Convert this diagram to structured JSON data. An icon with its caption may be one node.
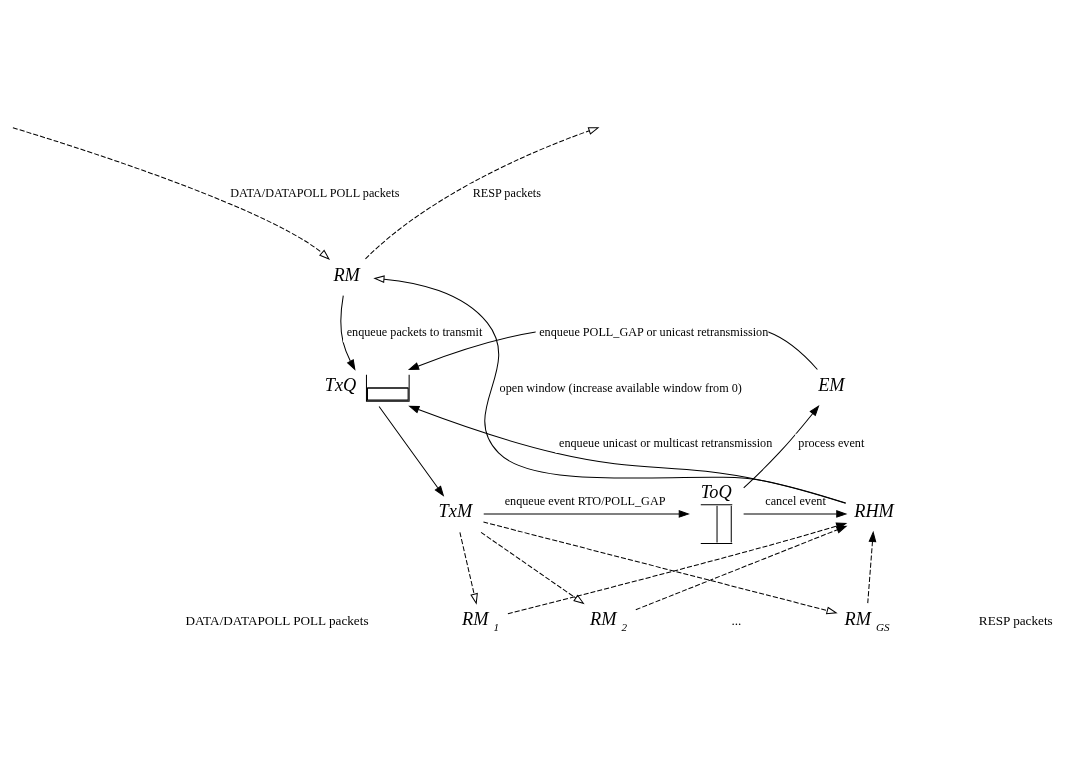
{
  "diagram": {
    "nodes": [
      {
        "text": [
          "RM"
        ]
      },
      {
        "text": [
          "TxQ"
        ]
      },
      {
        "text": [
          "TxM"
        ]
      },
      {
        "text": [
          "ToQ"
        ]
      },
      {
        "text": [
          "EM"
        ]
      },
      {
        "text": [
          "RHM"
        ]
      },
      {
        "text": [
          "RM $_{1}$"
        ]
      },
      {
        "text": [
          "RM $_{2}$"
        ]
      },
      {
        "text": [
          "RM $_{GS}$"
        ]
      }
    ],
    "edges": [
      {
        "from": null,
        "to": 0,
        "arrow": "to",
        "style": "dashed",
        "label": "DATA/DATAPOLL POLL packets"
      },
      {
        "from": 0,
        "to": null,
        "arrow": "to",
        "style": "dashed",
        "label": "RESP packets"
      },
      {
        "from": 5,
        "to": 0,
        "arrow": "to",
        "label": "open window (increase available window from 0)"
      },
      {
        "from": 0,
        "to": 1,
        "arrow": "to",
        "label": "enqueue packets to transmit"
      },
      {
        "from": 5,
        "to": 1,
        "arrow": "to",
        "label": "enqueue unicast or multicast retransmission"
      },
      {
        "from": 4,
        "to": 1,
        "arrow": "to",
        "label": "enqueue POLL_GAP or unicast retransmission"
      },
      {
        "from": 1,
        "to": 2,
        "arrow": "to"
      },
      {
        "from": 2,
        "to": 3,
        "arrow": "to",
        "label": "enqueue event RTO/POLL_GAP"
      },
      {
        "from": 3,
        "to": 4,
        "arrow": "to",
        "label": "process event"
      },
      {
        "from": 3,
        "to": 5,
        "arrow": "to",
        "label": "cancel event"
      },
      {
        "from": 2,
        "to": 6,
        "arrow": "to",
        "style": "dashed"
      },
      {
        "from": 2,
        "to": 7,
        "arrow": "to",
        "style": "dashed"
      },
      {
        "from": 2,
        "to": 8,
        "arrow": "to",
        "style": "dashed"
      },
      {
        "from": 6,
        "to": 5,
        "arrow": "to",
        "style": "dashed"
      },
      {
        "from": 7,
        "to": 5,
        "arrow": "to",
        "style": "dashed"
      },
      {
        "from": 8,
        "to": 5,
        "arrow": "to",
        "style": "dashed"
      }
    ],
    "labels": [
      "DATA/DATAPOLL POLL packets",
      "...",
      "RESP packets"
    ]
  }
}
